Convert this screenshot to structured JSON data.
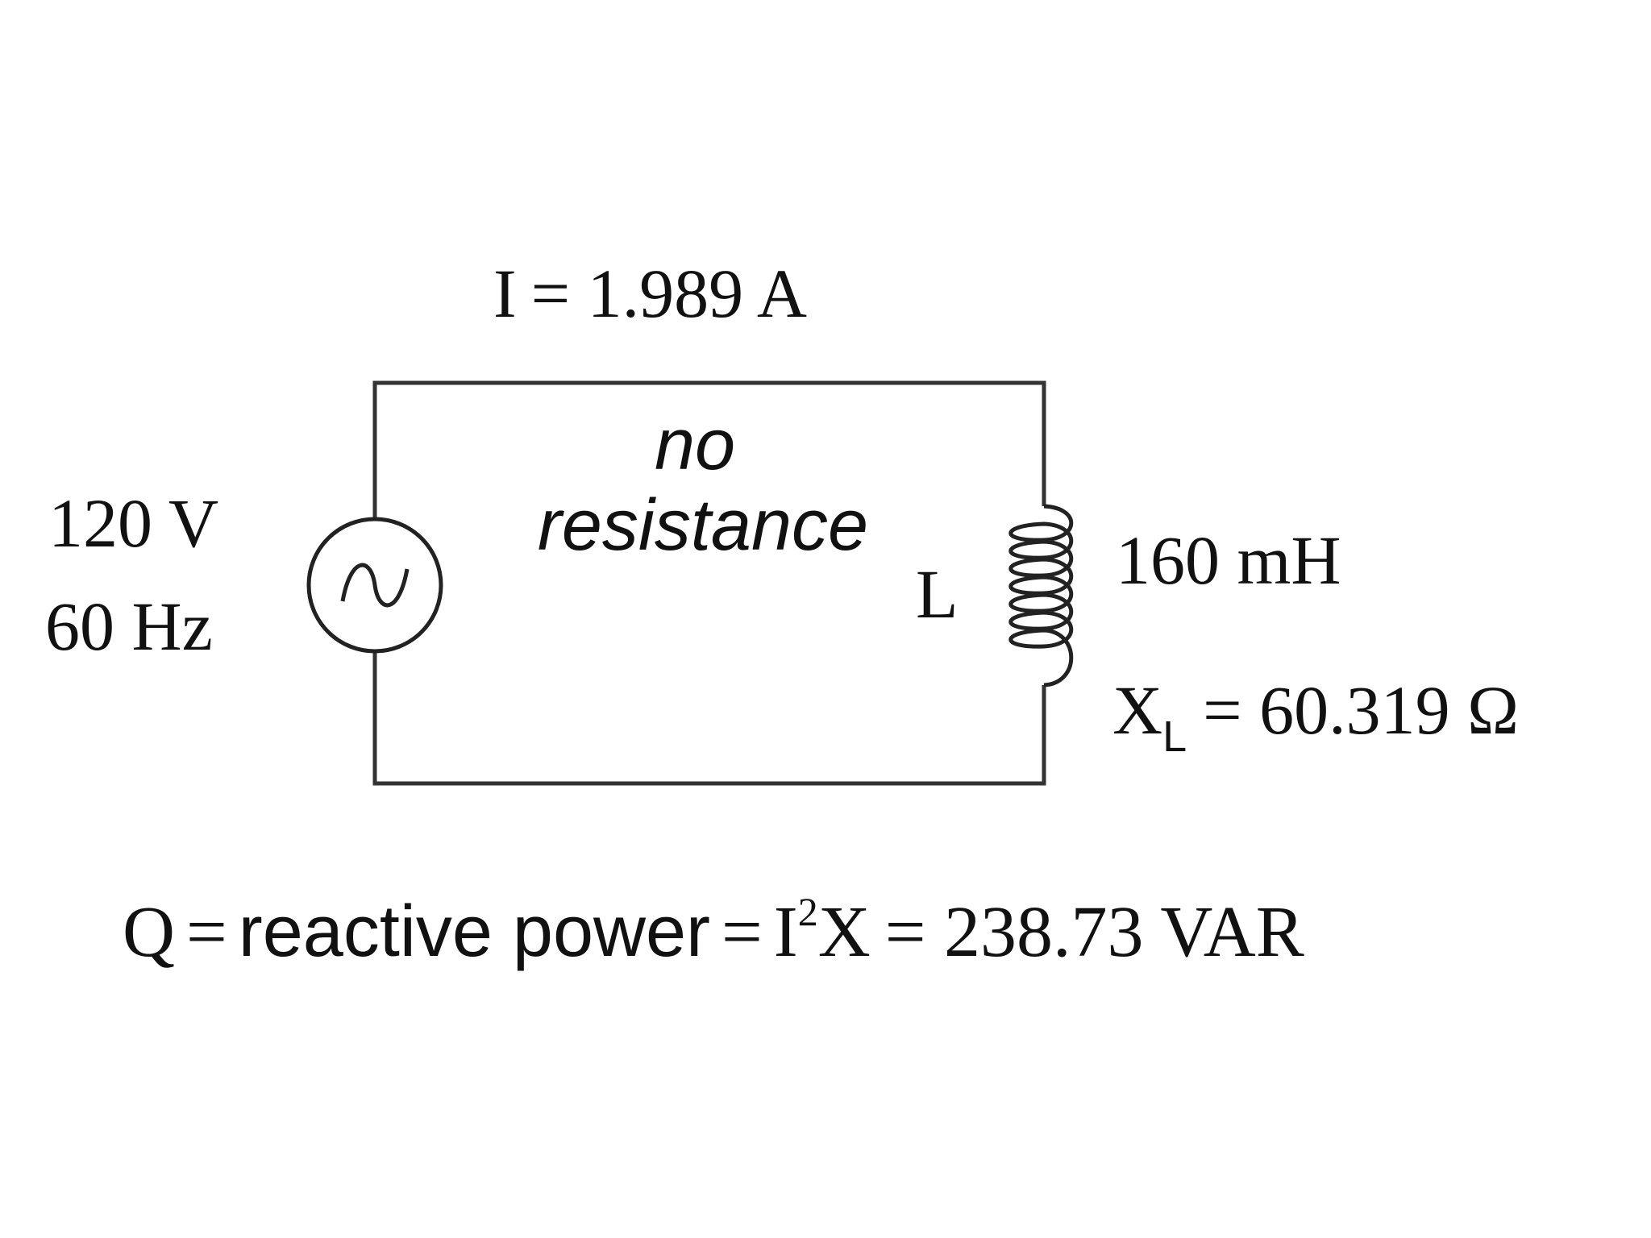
{
  "source": {
    "voltage": "120 V",
    "frequency": "60 Hz"
  },
  "current": {
    "symbol": "I",
    "value": "= 1.989 A"
  },
  "annotation": {
    "line1": "no",
    "line2": "resistance"
  },
  "inductor": {
    "label": "L",
    "inductance": "160 mH",
    "reactance_symbol": "X",
    "reactance_subscript": "L",
    "reactance_value": "= 60.319 Ω"
  },
  "formula": {
    "q": "Q",
    "eq1": "=",
    "text": "reactive power",
    "eq2": "=",
    "i_symbol": "I",
    "exponent": "2",
    "x_symbol": "X",
    "result": "= 238.73 VAR"
  }
}
